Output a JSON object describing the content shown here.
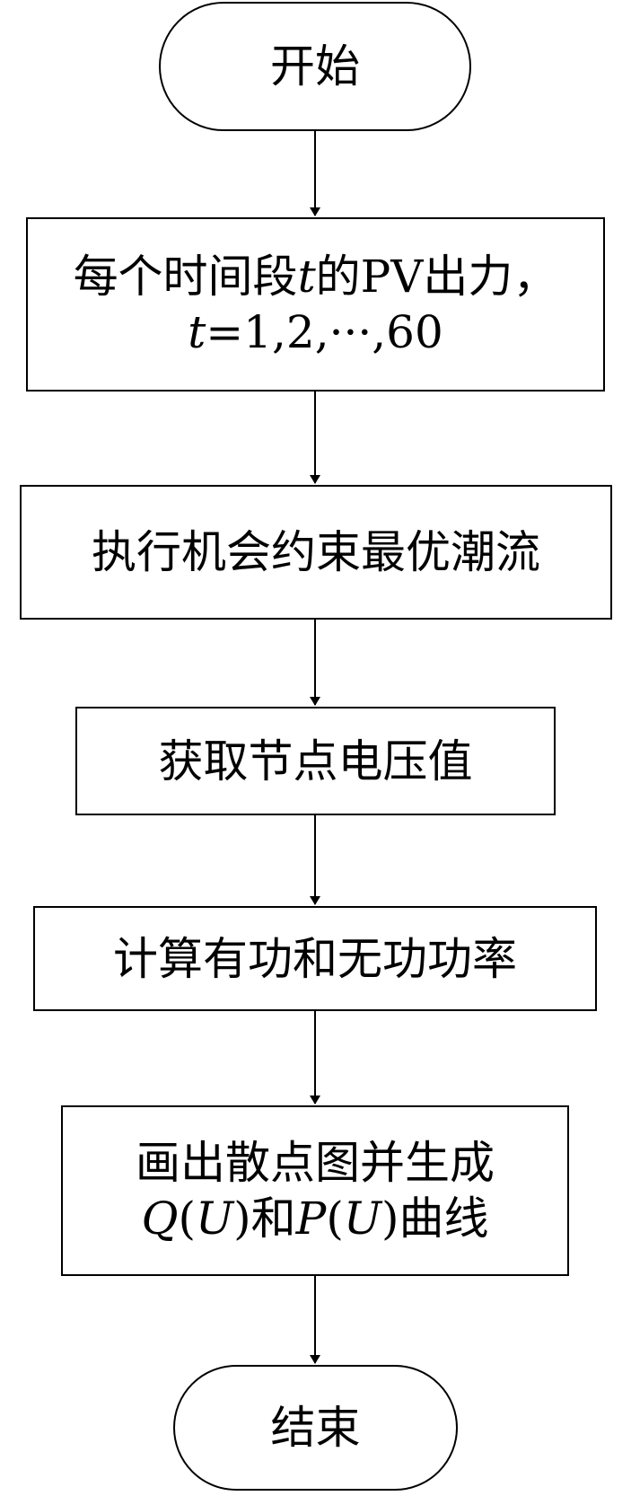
{
  "flowchart": {
    "start": "开始",
    "step1": {
      "line1_pre": "每个时间段",
      "line1_var": "t",
      "line1_post": "的PV出力，",
      "line2_var": "t",
      "line2_post": "=1,2,···,60"
    },
    "step2": "执行机会约束最优潮流",
    "step3": "获取节点电压值",
    "step4": "计算有功和无功功率",
    "step5": {
      "line1": "画出散点图并生成",
      "q": "Q",
      "open1": "(",
      "u1": "U",
      "close1_and": ")和",
      "p": "P",
      "open2": "(",
      "u2": "U",
      "close2_curve": ")曲线"
    },
    "end": "结束"
  }
}
